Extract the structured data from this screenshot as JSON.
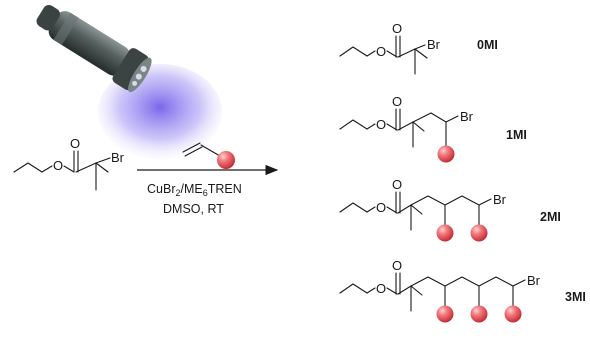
{
  "reaction": {
    "reagent_line_1": "CuBr",
    "reagent_line_1_sub": "2",
    "reagent_line_1_rest": "/ME",
    "reagent_line_1_sub2": "6",
    "reagent_line_1_tail": "TREN",
    "reagent_line_2": "DMSO, RT"
  },
  "atoms": {
    "oxygen": "O",
    "bromine": "Br"
  },
  "products": [
    "0MI",
    "1MI",
    "2MI",
    "3MI"
  ],
  "colors": {
    "monomer": "#e8434a",
    "uv_light": "#5a3fd0",
    "flashlight": "#4a5454"
  },
  "icons": {
    "light_source": "flashlight-icon",
    "monomer": "monomer-sphere-icon"
  }
}
